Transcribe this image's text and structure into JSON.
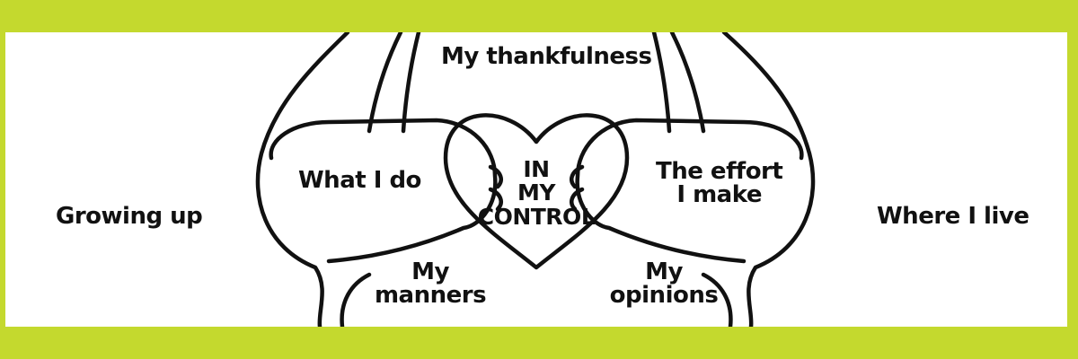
{
  "colors": {
    "border": "#c4d92e",
    "background": "#ffffff",
    "ink": "#111111"
  },
  "center": {
    "lines": [
      "IN",
      "MY",
      "CONTROL"
    ]
  },
  "inside": {
    "top": "My thankfulness",
    "left_hand": "What I do",
    "right_hand": [
      "The effort",
      "I make"
    ],
    "bottom_left": [
      "My",
      "manners"
    ],
    "bottom_right": [
      "My",
      "opinions"
    ]
  },
  "outside": {
    "left": "Growing up",
    "right": "Where I live"
  },
  "icons": [
    "heart-icon",
    "left-hand-icon",
    "right-hand-icon"
  ]
}
